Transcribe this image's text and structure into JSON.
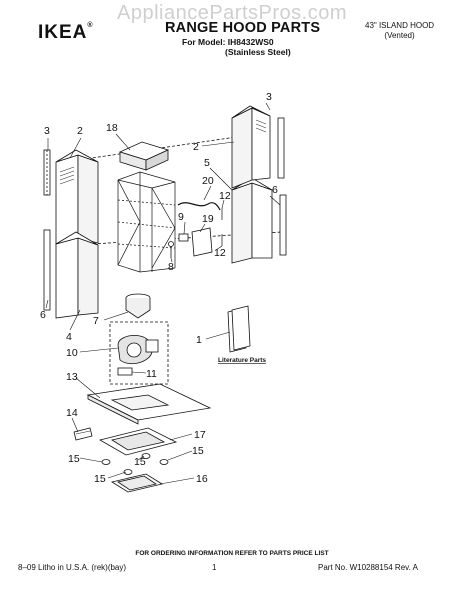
{
  "watermark": "AppliancePartsPros.com",
  "header": {
    "brand": "IKEA",
    "brand_mark": "®",
    "title": "RANGE HOOD PARTS",
    "model_line": "For Model: IH8432WS0",
    "finish": "(Stainless Steel)",
    "hood_type": "43\" ISLAND HOOD",
    "vent": "(Vented)"
  },
  "diagram": {
    "callouts": [
      "1",
      "2",
      "2",
      "3",
      "3",
      "4",
      "5",
      "6",
      "6",
      "7",
      "8",
      "9",
      "10",
      "11",
      "12",
      "12",
      "13",
      "14",
      "15",
      "15",
      "15",
      "15",
      "16",
      "17",
      "18",
      "19",
      "20"
    ],
    "literature_label": "Literature Parts"
  },
  "footer": {
    "instructions": "FOR ORDERING INFORMATION REFER TO PARTS PRICE LIST",
    "litho": "8–09 Litho in U.S.A. (rek)(bay)",
    "page": "1",
    "part_no": "Part No. W10288154 Rev. A"
  }
}
